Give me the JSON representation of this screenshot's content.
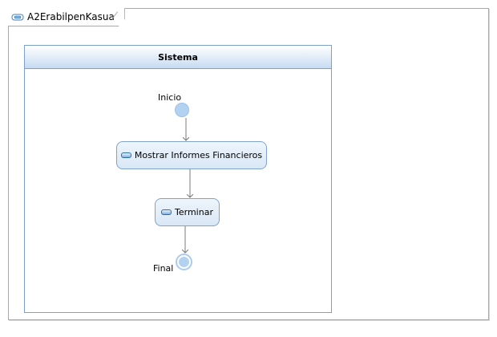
{
  "frame": {
    "title": "A2ErabilpenKasua"
  },
  "partition": {
    "name": "Sistema"
  },
  "nodes": {
    "start_label": "Inicio",
    "final_label": "Final",
    "actions": [
      {
        "label": "Mostrar Informes Financieros"
      },
      {
        "label": "Terminar"
      }
    ]
  },
  "icons": {
    "frame": "activity-diagram-icon",
    "action": "action-node-icon"
  },
  "colors": {
    "partition_border": "#7da0c8",
    "node_fill": "#b3d2f2",
    "action_fill": "#d9e7f6",
    "edge": "#7b7b7b"
  }
}
